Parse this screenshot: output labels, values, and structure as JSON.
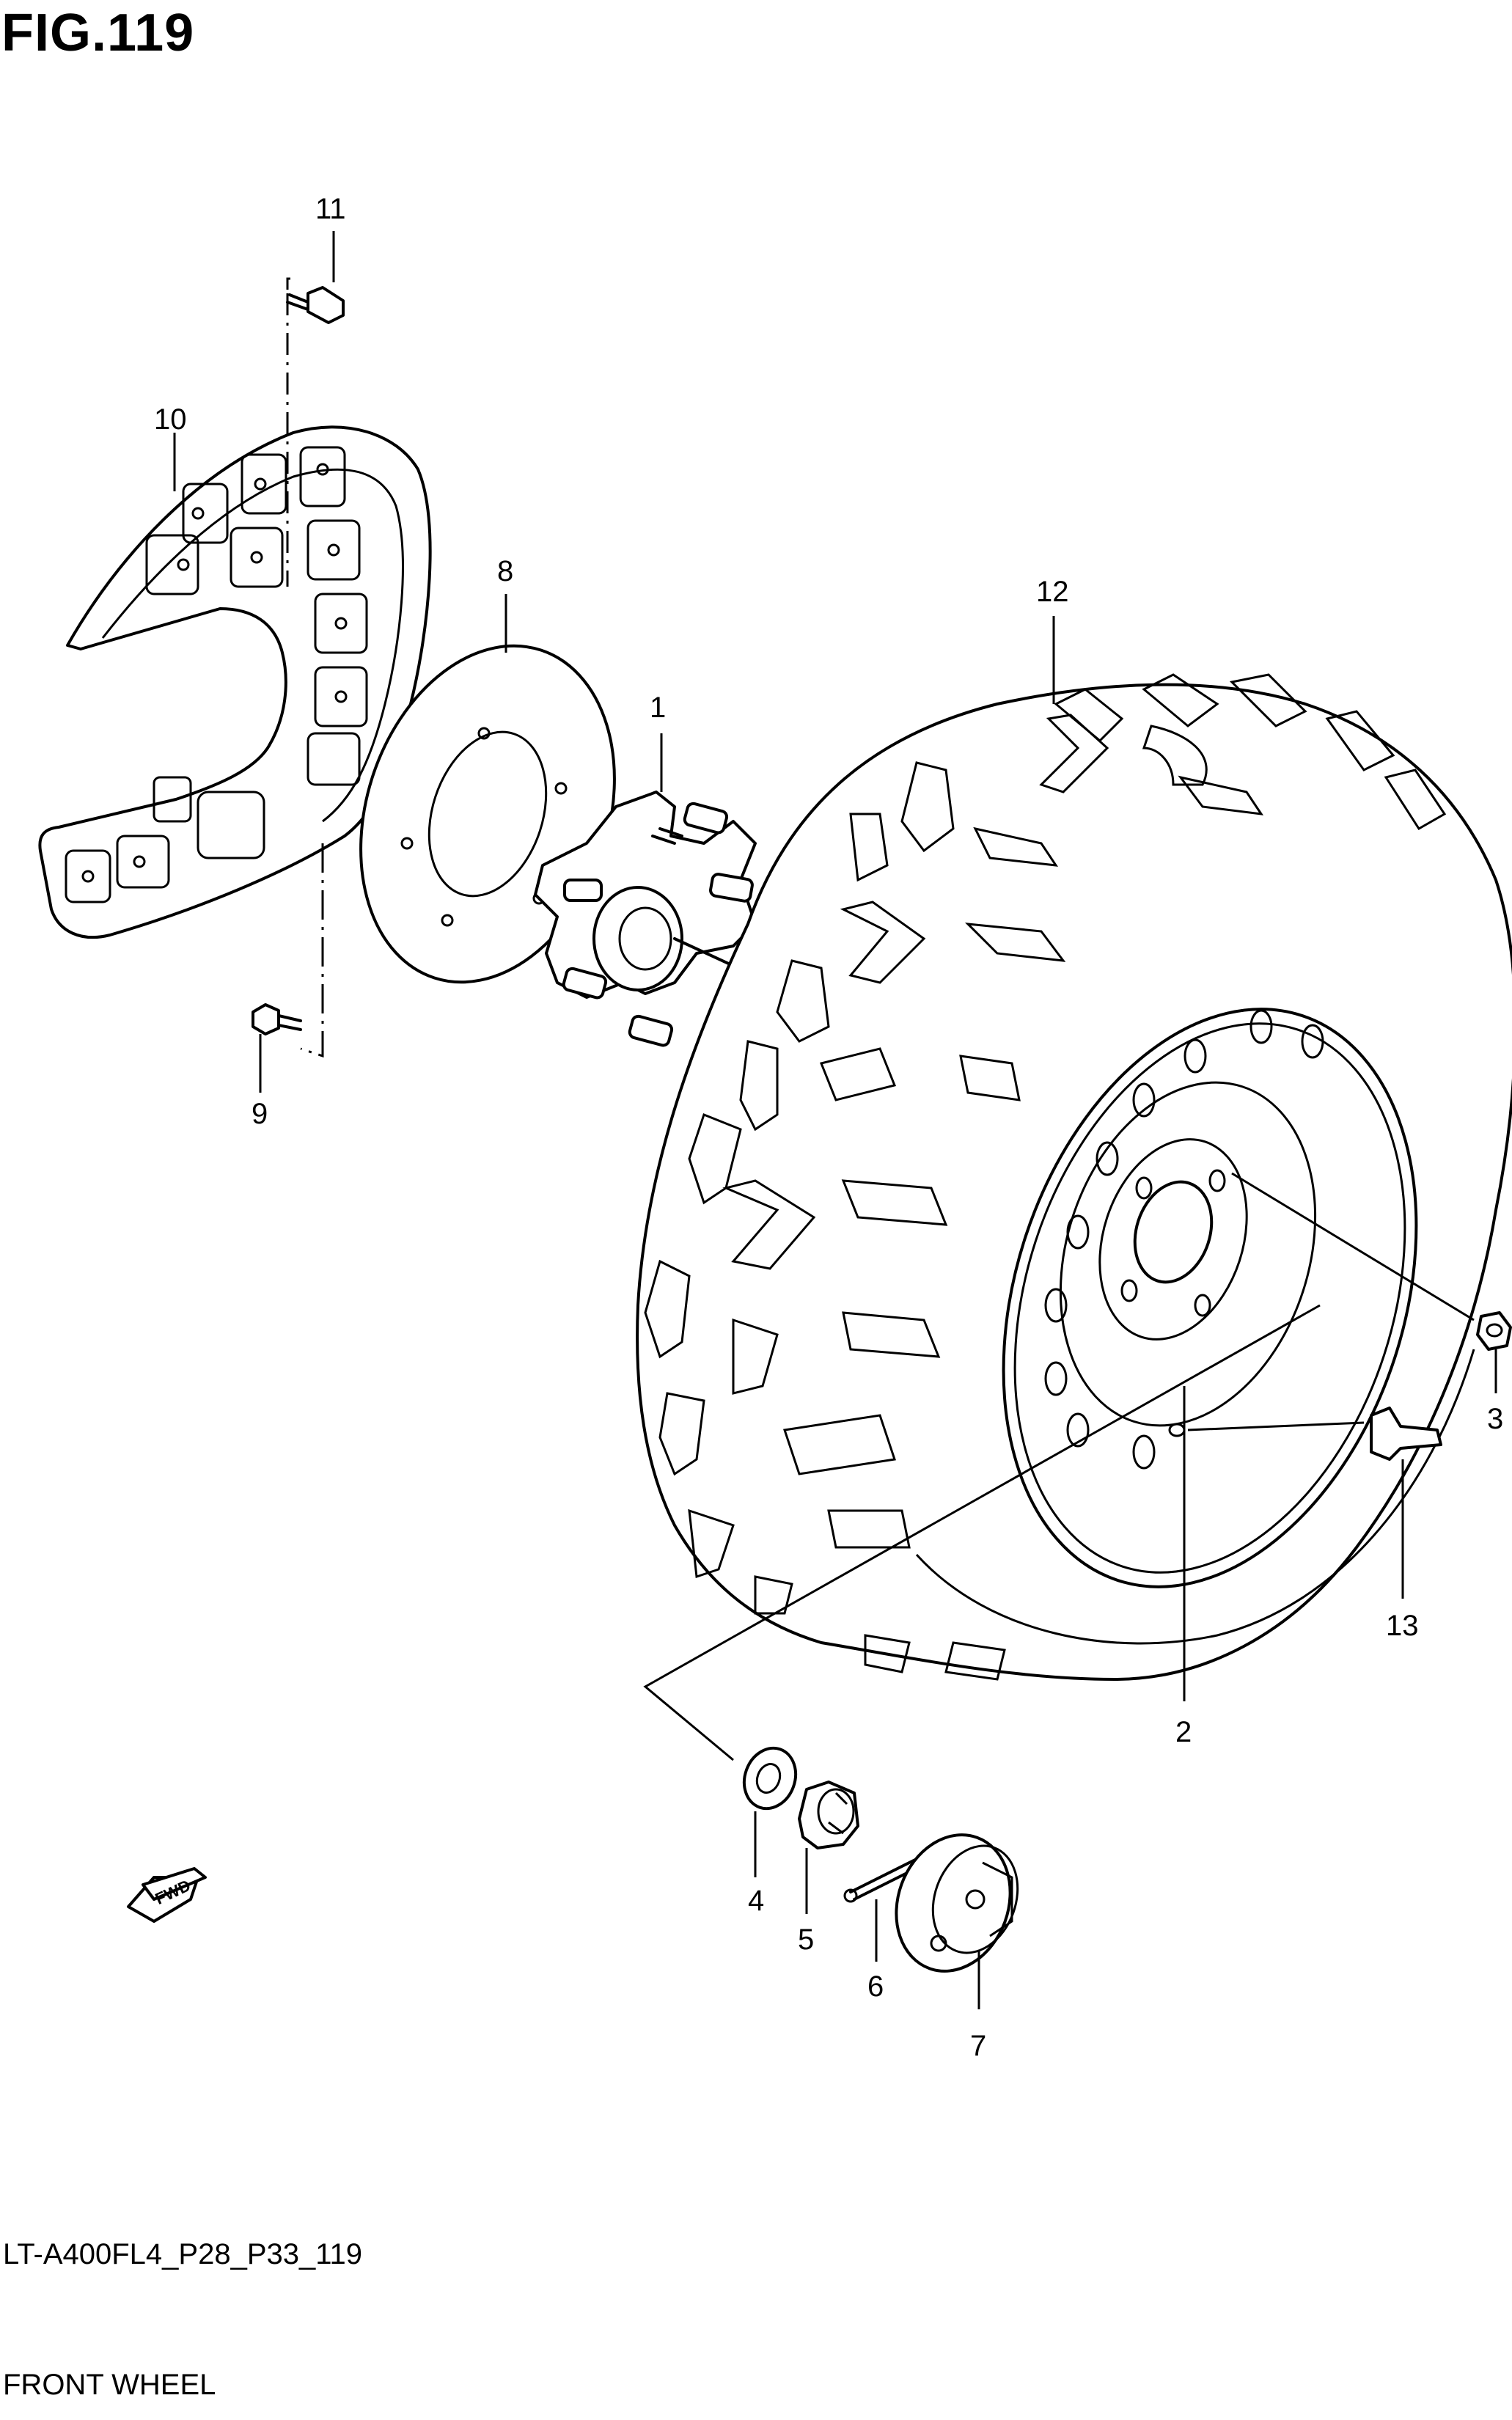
{
  "figure": {
    "title": "FIG.119",
    "model_code": "LT-A400FL4_P28_P33_119",
    "name": "FRONT WHEEL"
  },
  "callouts": [
    "1",
    "2",
    "3",
    "4",
    "5",
    "6",
    "7",
    "8",
    "9",
    "10",
    "11",
    "12",
    "13"
  ],
  "fwd_arrow": {
    "label": "FWD",
    "icon": "fwd-arrow-icon"
  }
}
